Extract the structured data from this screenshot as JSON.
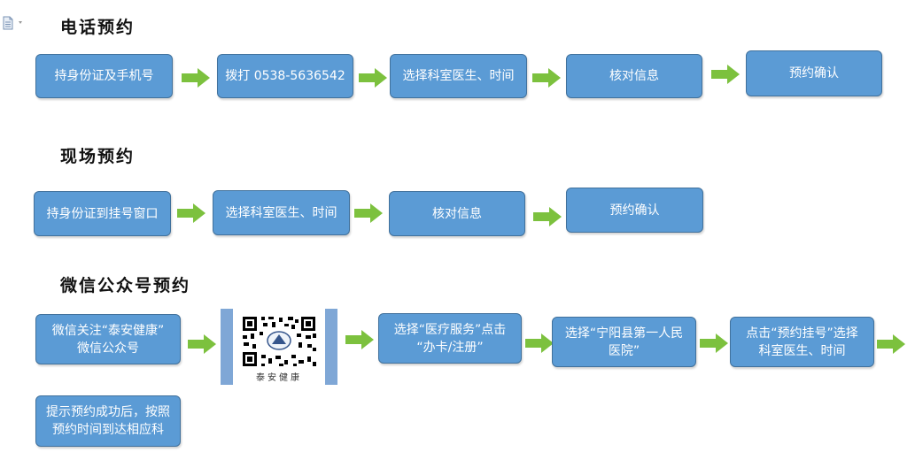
{
  "sections": [
    {
      "title": "电话预约",
      "steps": [
        "持身份证及手机号",
        "拨打 0538-5636542",
        "选择科室医生、时间",
        "核对信息",
        "预约确认"
      ]
    },
    {
      "title": "现场预约",
      "steps": [
        "持身份证到挂号窗口",
        "选择科室医生、时间",
        "核对信息",
        "预约确认"
      ]
    },
    {
      "title": "微信公众号预约",
      "steps": [
        "微信关注“泰安健康”\n微信公众号",
        "选择“医疗服务”点击\n“办卡/注册”",
        "选择“宁阳县第一人民\n医院”",
        "点击“预约挂号”选择\n科室医生、时间",
        "提示预约成功后，按照\n预约时间到达相应科"
      ],
      "qr_caption": "泰安健康"
    }
  ],
  "colors": {
    "box_fill": "#5b9bd5",
    "box_border": "#41719c",
    "arrow": "#7cc13e"
  },
  "icons": {
    "doc": "document-icon",
    "arrow": "right-arrow-icon",
    "qr": "qr-code-icon"
  }
}
